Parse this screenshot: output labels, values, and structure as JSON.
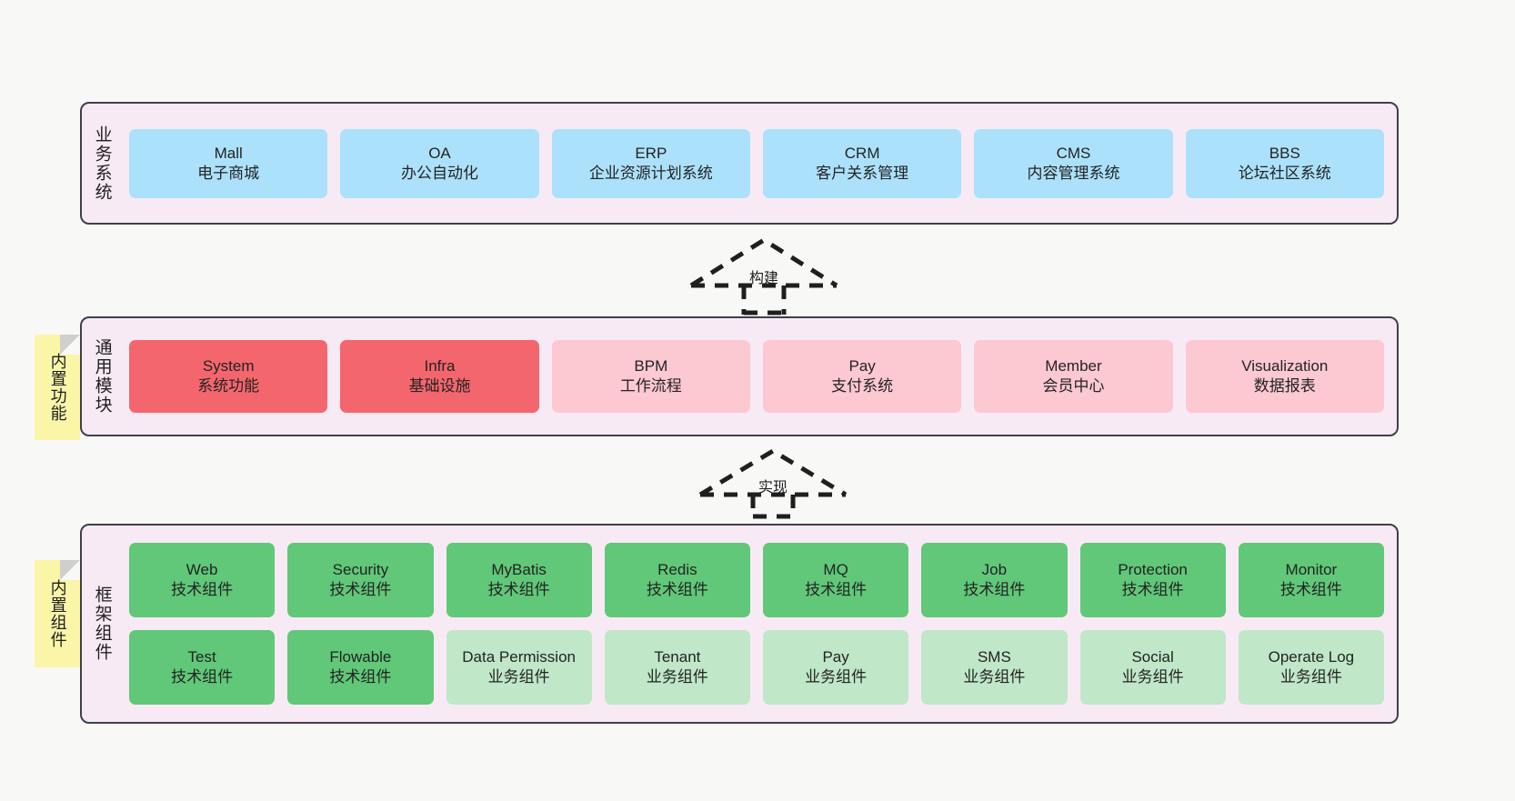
{
  "diagram": {
    "background_color": "#f8f8f7",
    "layer_fill": "#f8eaf5",
    "layer_border": "#3f3f4c"
  },
  "notes": [
    {
      "id": "built-in-functions",
      "text": "内置功能",
      "color": "#fbf5a8"
    },
    {
      "id": "built-in-components",
      "text": "内置组件",
      "color": "#fbf5a8"
    }
  ],
  "connectors": [
    {
      "id": "build",
      "label": "构建",
      "style": "dashed-generalization",
      "direction": "up"
    },
    {
      "id": "implement",
      "label": "实现",
      "style": "dashed-generalization",
      "direction": "up"
    }
  ],
  "layers": [
    {
      "id": "business-systems",
      "title": "业务系统",
      "rows": [
        [
          {
            "name": "Mall",
            "sub": "电子商城",
            "color": "#ace1fc",
            "variant": "c-blue"
          },
          {
            "name": "OA",
            "sub": "办公自动化",
            "color": "#ace1fc",
            "variant": "c-blue"
          },
          {
            "name": "ERP",
            "sub": "企业资源计划系统",
            "color": "#ace1fc",
            "variant": "c-blue"
          },
          {
            "name": "CRM",
            "sub": "客户关系管理",
            "color": "#ace1fc",
            "variant": "c-blue"
          },
          {
            "name": "CMS",
            "sub": "内容管理系统",
            "color": "#ace1fc",
            "variant": "c-blue"
          },
          {
            "name": "BBS",
            "sub": "论坛社区系统",
            "color": "#ace1fc",
            "variant": "c-blue"
          }
        ]
      ]
    },
    {
      "id": "common-modules",
      "title": "通用模块",
      "rows": [
        [
          {
            "name": "System",
            "sub": "系统功能",
            "color": "#f4666e",
            "variant": "c-red"
          },
          {
            "name": "Infra",
            "sub": "基础设施",
            "color": "#f4666e",
            "variant": "c-red"
          },
          {
            "name": "BPM",
            "sub": "工作流程",
            "color": "#fcc8d2",
            "variant": "c-pink"
          },
          {
            "name": "Pay",
            "sub": "支付系统",
            "color": "#fcc8d2",
            "variant": "c-pink"
          },
          {
            "name": "Member",
            "sub": "会员中心",
            "color": "#fcc8d2",
            "variant": "c-pink"
          },
          {
            "name": "Visualization",
            "sub": "数据报表",
            "color": "#fcc8d2",
            "variant": "c-pink"
          }
        ]
      ]
    },
    {
      "id": "framework-components",
      "title": "框架组件",
      "rows": [
        [
          {
            "name": "Web",
            "sub": "技术组件",
            "color": "#60c878",
            "variant": "c-green"
          },
          {
            "name": "Security",
            "sub": "技术组件",
            "color": "#60c878",
            "variant": "c-green"
          },
          {
            "name": "MyBatis",
            "sub": "技术组件",
            "color": "#60c878",
            "variant": "c-green"
          },
          {
            "name": "Redis",
            "sub": "技术组件",
            "color": "#60c878",
            "variant": "c-green"
          },
          {
            "name": "MQ",
            "sub": "技术组件",
            "color": "#60c878",
            "variant": "c-green"
          },
          {
            "name": "Job",
            "sub": "技术组件",
            "color": "#60c878",
            "variant": "c-green"
          },
          {
            "name": "Protection",
            "sub": "技术组件",
            "color": "#60c878",
            "variant": "c-green"
          },
          {
            "name": "Monitor",
            "sub": "技术组件",
            "color": "#60c878",
            "variant": "c-green"
          }
        ],
        [
          {
            "name": "Test",
            "sub": "技术组件",
            "color": "#60c878",
            "variant": "c-green"
          },
          {
            "name": "Flowable",
            "sub": "技术组件",
            "color": "#60c878",
            "variant": "c-green"
          },
          {
            "name": "Data Permission",
            "sub": "业务组件",
            "color": "#bfe7c8",
            "variant": "c-greenlight"
          },
          {
            "name": "Tenant",
            "sub": "业务组件",
            "color": "#bfe7c8",
            "variant": "c-greenlight"
          },
          {
            "name": "Pay",
            "sub": "业务组件",
            "color": "#bfe7c8",
            "variant": "c-greenlight"
          },
          {
            "name": "SMS",
            "sub": "业务组件",
            "color": "#bfe7c8",
            "variant": "c-greenlight"
          },
          {
            "name": "Social",
            "sub": "业务组件",
            "color": "#bfe7c8",
            "variant": "c-greenlight"
          },
          {
            "name": "Operate Log",
            "sub": "业务组件",
            "color": "#bfe7c8",
            "variant": "c-greenlight"
          }
        ]
      ]
    }
  ]
}
